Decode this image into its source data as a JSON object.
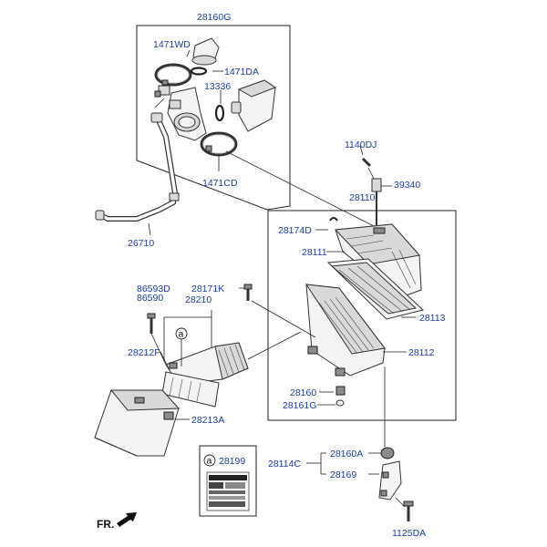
{
  "diagram": {
    "labels": {
      "p28160G": "28160G",
      "p1471WD": "1471WD",
      "p1471DA": "1471DA",
      "p13336": "13336",
      "p1471CD": "1471CD",
      "p26710": "26710",
      "p1140DJ": "1140DJ",
      "p39340": "39340",
      "p28110": "28110",
      "p28174D": "28174D",
      "p28111": "28111",
      "p28113": "28113",
      "p28112": "28112",
      "p28160": "28160",
      "p28161G": "28161G",
      "p86593D": "86593D",
      "p86590": "86590",
      "p28171K": "28171K",
      "p28210": "28210",
      "p28212F": "28212F",
      "p28213A": "28213A",
      "p28160A": "28160A",
      "p28114C": "28114C",
      "p28169": "28169",
      "p1125DA": "1125DA",
      "p28199": "28199"
    },
    "callout_letter": "a",
    "callout_letter_box": "a",
    "front_label": "FR."
  }
}
